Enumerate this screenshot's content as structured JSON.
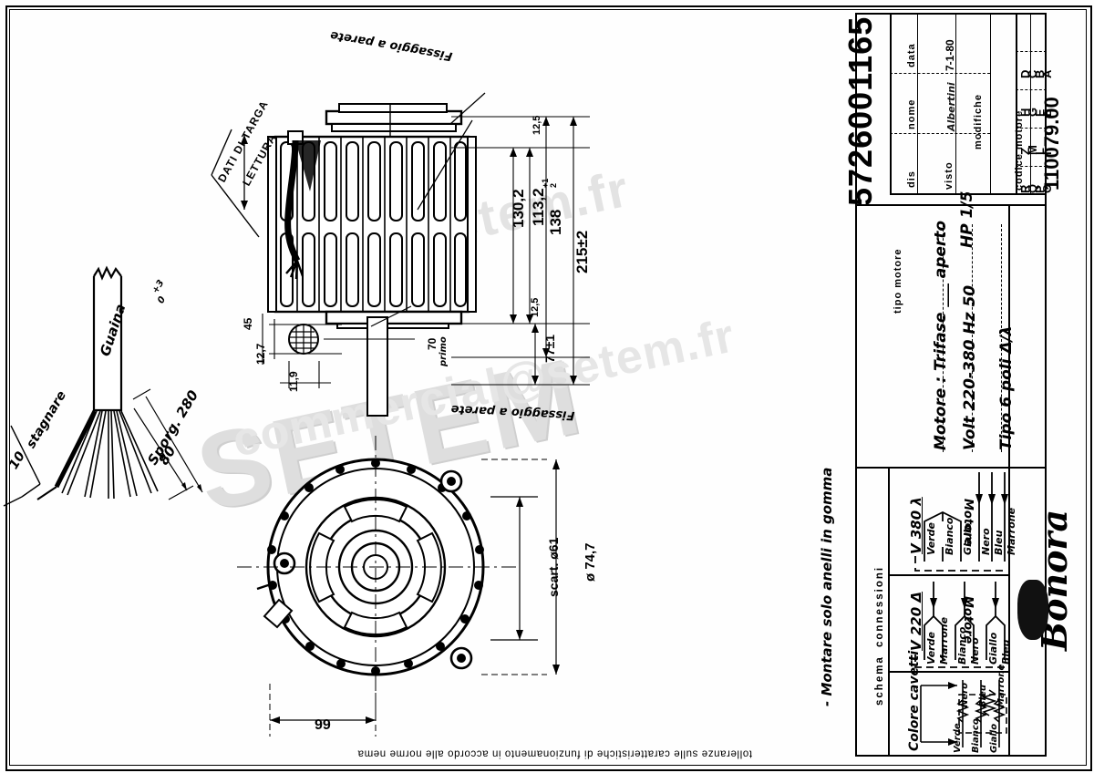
{
  "drawing": {
    "number": "5726001165",
    "motor_code_label": "codice motore",
    "motor_code": "110079.00",
    "bottom_note": "tolleranze sulle caratteristiche di funzionamento in accordo alle norme nema",
    "side_note": "- Montare solo anelli in gomma",
    "logo": "Bonora"
  },
  "titleblock": {
    "date_label": "data",
    "date_value": "7-1-80",
    "name_label": "nome",
    "name_value": "Albertini",
    "dis_label": "dis",
    "visto_label": "visto",
    "modifiche_label": "modifiche",
    "mod_rows": [
      [
        "D",
        "H",
        "Z",
        "R"
      ],
      [
        "C",
        "G",
        "M",
        "Q"
      ],
      [
        "B",
        "F",
        "L",
        "P"
      ],
      [
        "A",
        "E",
        "I",
        "O"
      ]
    ]
  },
  "motor_type": {
    "header": "tipo  motore",
    "line1": "Motore : Trifase ___ aperto",
    "line2": "Volt 220-380 Hz 50",
    "line3": "Tipo 6 poli   Δ/λ",
    "power": "HP 1/5"
  },
  "schema": {
    "header_left": "schema",
    "header_right": "connessioni",
    "block_380": {
      "title": "V 380  λ",
      "motor_label": "Motore",
      "bridged": [
        "Verde",
        "Bianco",
        "Giallo"
      ],
      "supply": [
        "Nero",
        "Bleu",
        "Marrone"
      ]
    },
    "block_220": {
      "title": "V 220  Δ",
      "motor_label": "Motore",
      "pairs": [
        [
          "Verde",
          "Marrone"
        ],
        [
          "Bianco",
          "Nero"
        ],
        [
          "Giallo",
          "Bleu"
        ]
      ]
    },
    "colors": {
      "title": "Colore cavetti",
      "top": [
        "Nero",
        "Bleu",
        "Marrone"
      ],
      "bottom": [
        "Verde",
        "Bianco",
        "Giallo"
      ]
    }
  },
  "annotations": {
    "dati_di_targa": "DATI DI TARGA",
    "lettura": "LETTURA",
    "fissaggio_top": "Fissaggio a parete",
    "fissaggio_bottom": "Fissaggio a parete",
    "guaina": "Guaina",
    "sporgenza": "Sporg. 280",
    "sporgenza_tol_up": "+3",
    "sporgenza_tol_dn": "0",
    "stagnare": "stagnare",
    "stagnare_dim": "10",
    "wire_len": "80",
    "primo": "primo"
  },
  "dimensions": {
    "d_130_2": "130,2",
    "d_113_2": "113,2",
    "d_138": "138",
    "d_138_tol_up": "+1",
    "d_138_tol_dn": "2",
    "d_215": "215±2",
    "d_125_top": "12,5",
    "d_125_bot": "12,5",
    "d_77": "77±1",
    "d_45": "45",
    "d_12_7": "12,7",
    "d_11_9": "11,9",
    "d_70": "70",
    "d_99": "99",
    "d_scart": "scart. ø61",
    "d_diam": "ø 74,7"
  }
}
